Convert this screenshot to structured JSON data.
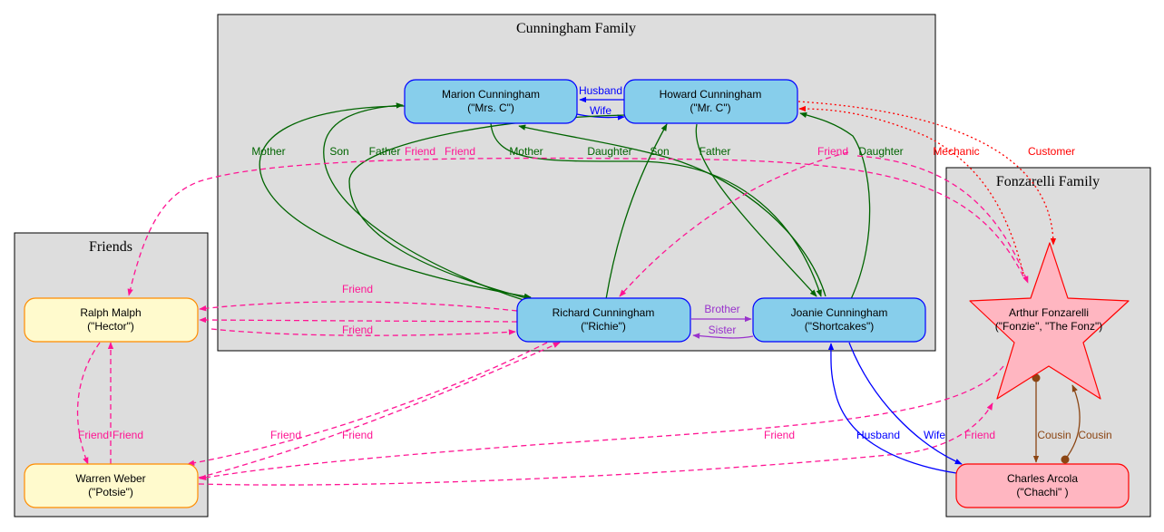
{
  "clusters": {
    "cunningham": "Cunningham Family",
    "friends": "Friends",
    "fonzarelli": "Fonzarelli Family"
  },
  "nodes": {
    "marion": {
      "line1": "Marion Cunningham",
      "line2": "(\"Mrs. C\")"
    },
    "howard": {
      "line1": "Howard Cunningham",
      "line2": "(\"Mr. C\")"
    },
    "richard": {
      "line1": "Richard Cunningham",
      "line2": "(\"Richie\")"
    },
    "joanie": {
      "line1": "Joanie Cunningham",
      "line2": "(\"Shortcakes\")"
    },
    "ralph": {
      "line1": "Ralph Malph",
      "line2": "(\"Hector\")"
    },
    "warren": {
      "line1": "Warren Weber",
      "line2": "(\"Potsie\")"
    },
    "arthur": {
      "line1": "Arthur Fonzarelli",
      "line2": "(\"Fonzie\", \"The Fonz\")"
    },
    "charles": {
      "line1": "Charles Arcola",
      "line2": "(\"Chachi\" )"
    }
  },
  "edge_labels": {
    "husband": "Husband",
    "wife": "Wife",
    "mother_marion_richard": "Mother",
    "son_richard_marion": "Son",
    "father_howard_richard": "Father",
    "friend_arthur_ralph": "Friend",
    "friend_ralph_arthur": "Friend",
    "mother_marion_joanie": "Mother",
    "daughter_joanie_marion": "Daughter",
    "son_richard_howard": "Son",
    "father_howard_joanie": "Father",
    "friend_arthur_richard": "Friend",
    "daughter_joanie_howard": "Daughter",
    "mechanic": "Mechanic",
    "customer": "Customer",
    "friend_richard_ralph": "Friend",
    "friend_ralph_richard": "Friend",
    "brother": "Brother",
    "sister": "Sister",
    "friend_ralph_warren": "Friend",
    "friend_warren_ralph": "Friend",
    "friend_richard_warren": "Friend",
    "friend_warren_richard": "Friend",
    "friend_arthur_warren": "Friend",
    "husband_charles_joanie": "Husband",
    "wife_joanie_charles": "Wife",
    "friend_warren_arthur": "Friend",
    "cousin_1": "Cousin",
    "cousin_2": "Cousin"
  },
  "colors": {
    "spouse": "#0000ff",
    "parent_child": "#006400",
    "friend": "#ff1493",
    "sibling": "#9932cc",
    "service": "#ff0000",
    "cousin": "#8b4513",
    "family_node_fill": "#87ceeb",
    "friend_node_fill": "#fffacd",
    "fonzarelli_node_fill": "#ffb6c1"
  }
}
